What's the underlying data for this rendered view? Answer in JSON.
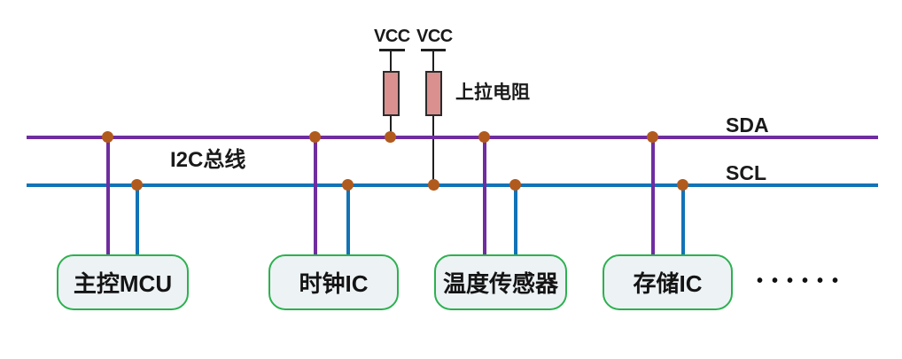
{
  "bus": {
    "name_label": "I2C总线",
    "sda_label": "SDA",
    "scl_label": "SCL"
  },
  "pullup": {
    "label": "上拉电阻",
    "vcc_left_label": "VCC",
    "vcc_right_label": "VCC"
  },
  "devices": [
    {
      "label": "主控MCU"
    },
    {
      "label": "时钟IC"
    },
    {
      "label": "温度传感器"
    },
    {
      "label": "存储IC"
    }
  ],
  "more_devices_ellipsis": "••••••",
  "colors": {
    "sda_line": "#6f2da0",
    "scl_line": "#1273b6",
    "junction_dot": "#b15a1d",
    "resistor_fill": "#d9908f",
    "resistor_border": "#2b2b2b",
    "black_wire": "#1f1f1f",
    "device_border": "#2cb14f",
    "device_fill": "#edf2f5",
    "text": "#1a1a1a"
  }
}
